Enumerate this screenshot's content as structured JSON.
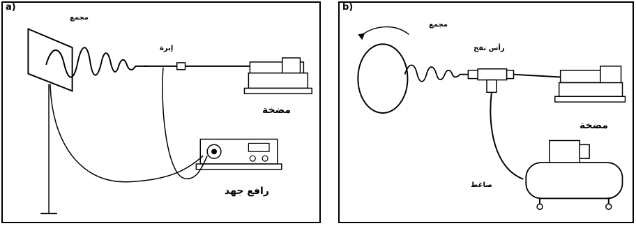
{
  "panel_a": {
    "letter": "a)",
    "collector": "مجمع",
    "needle": "إبرة",
    "pump": "مضخة",
    "hv_supply": "رافع جهد"
  },
  "panel_b": {
    "letter": "b)",
    "collector": "مجمع",
    "spray_head": "رأس نفخ",
    "pump": "مضخة",
    "compressor": "ضاغط"
  }
}
